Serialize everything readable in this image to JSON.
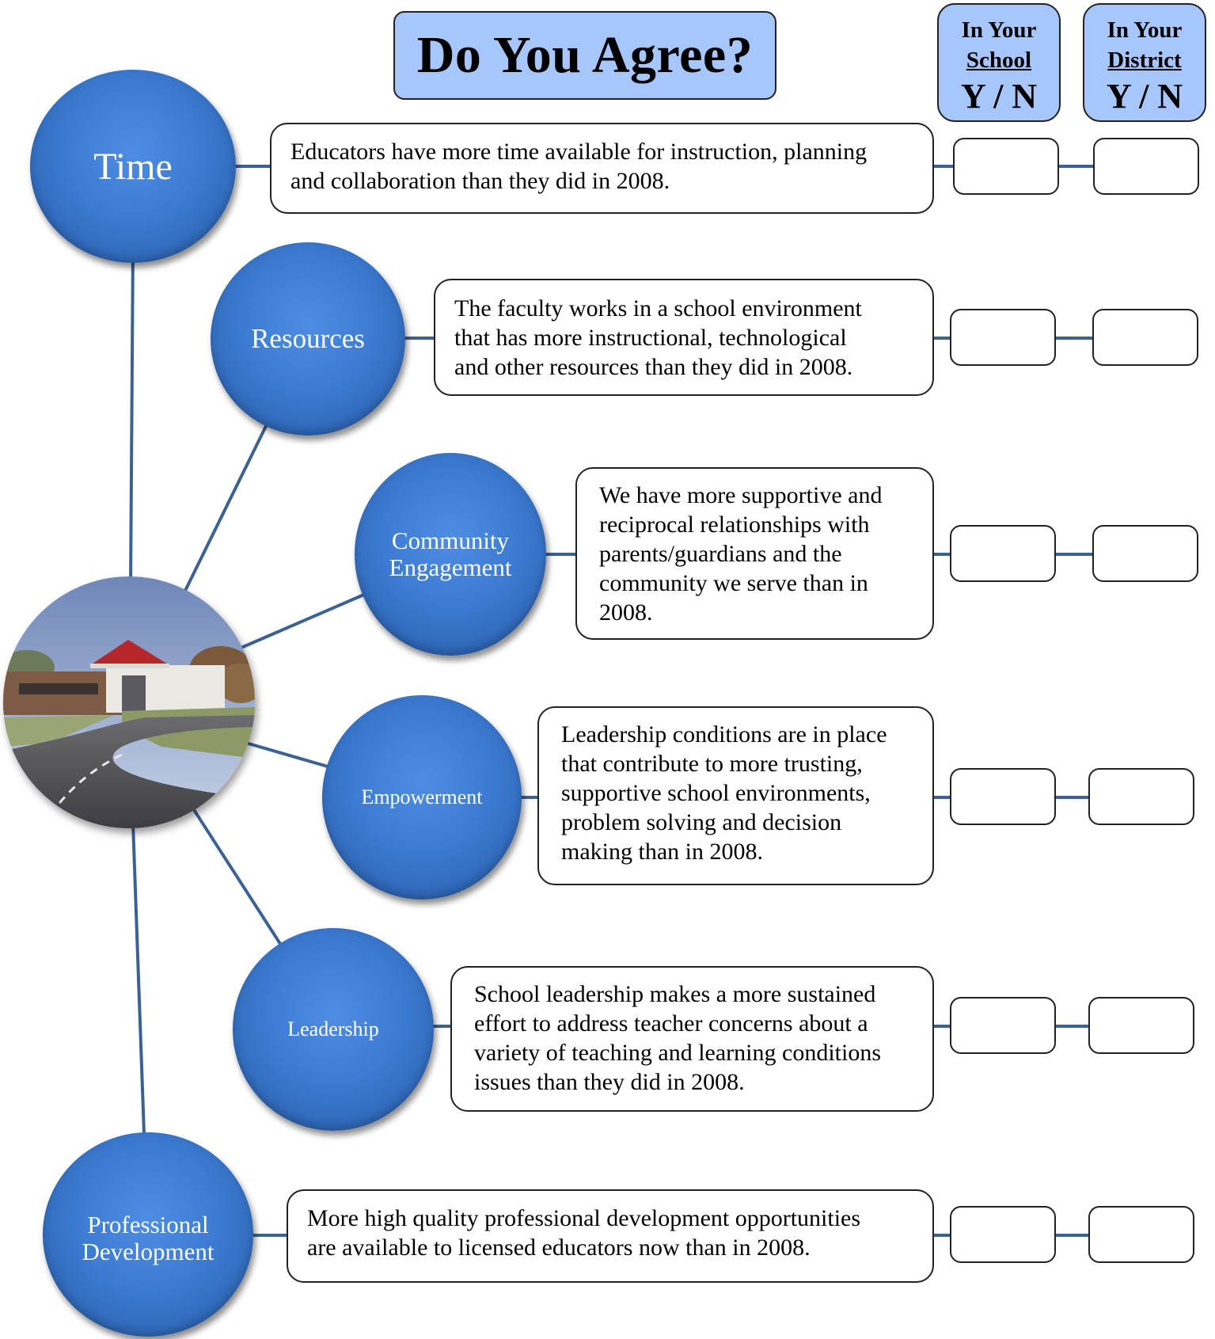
{
  "title": "Do You Agree?",
  "columns": [
    {
      "line1": "In Your",
      "line2": "School",
      "choice": "Y / N"
    },
    {
      "line1": "In Your",
      "line2": "District",
      "choice": "Y / N"
    }
  ],
  "categories": [
    {
      "label_lines": [
        "Time"
      ],
      "statement_lines": [
        "Educators have more time available for instruction, planning",
        "and collaboration than they did in 2008."
      ]
    },
    {
      "label_lines": [
        "Resources"
      ],
      "statement_lines": [
        "The faculty works in a school environment",
        "that has more instructional, technological",
        "and other resources than they did in 2008."
      ]
    },
    {
      "label_lines": [
        "Community",
        "Engagement"
      ],
      "statement_lines": [
        "We have more supportive and",
        "reciprocal relationships with",
        "parents/guardians and the",
        "community we serve than in",
        "2008."
      ]
    },
    {
      "label_lines": [
        "Empowerment"
      ],
      "statement_lines": [
        "Leadership conditions are in place",
        "that contribute to more trusting,",
        "supportive school environments,",
        "problem solving and decision",
        "making than in 2008."
      ]
    },
    {
      "label_lines": [
        "Leadership"
      ],
      "statement_lines": [
        "School leadership makes a more sustained",
        "effort to address teacher concerns about a",
        "variety of teaching and learning conditions",
        "issues than they did in 2008."
      ]
    },
    {
      "label_lines": [
        "Professional",
        "Development"
      ],
      "statement_lines": [
        "More high quality professional development opportunities",
        "are available to licensed educators now than in 2008."
      ]
    }
  ],
  "colors": {
    "node": "#3c7bd2",
    "connector": "#3b6294",
    "header_fill": "#a7c6fb"
  }
}
